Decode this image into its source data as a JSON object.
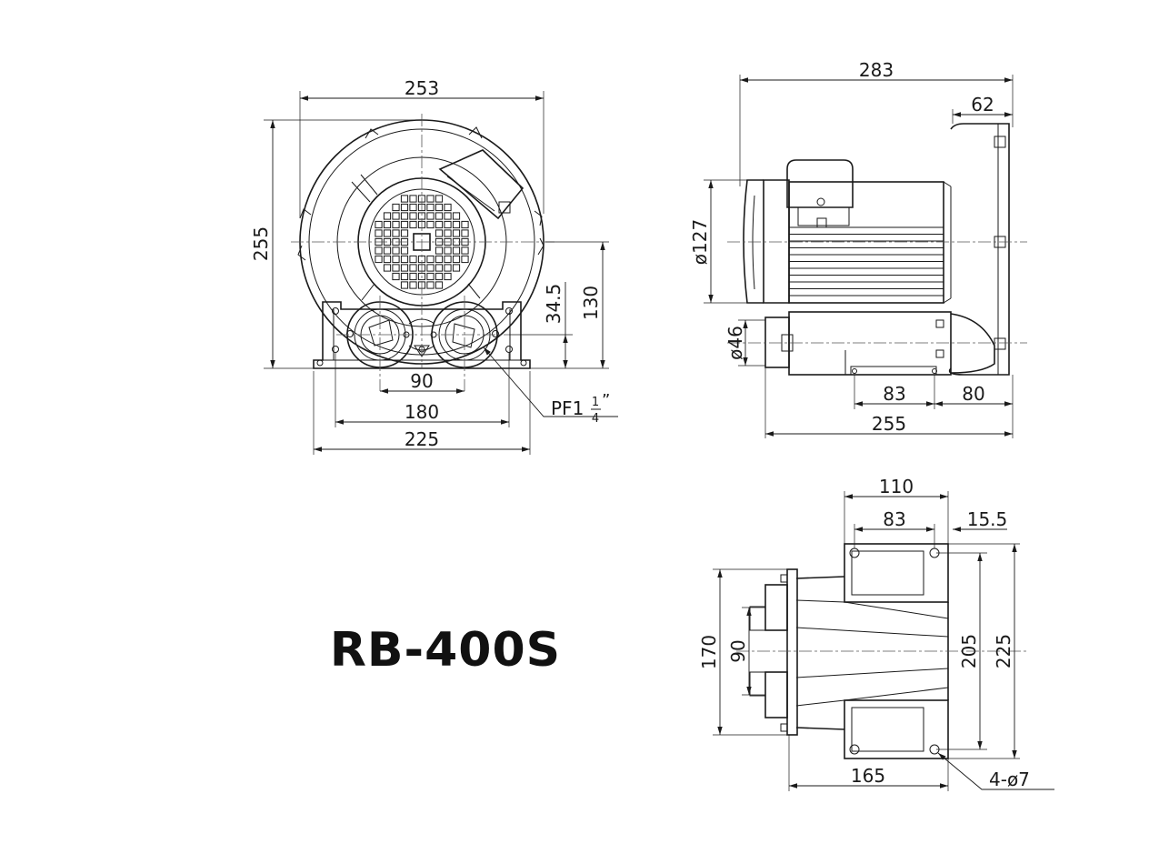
{
  "model": "RB-400S",
  "front_view": {
    "width_overall": "253",
    "height_overall": "255",
    "port_pitch": "90",
    "base_hole_pitch": "180",
    "base_width": "225",
    "port_height": "34.5",
    "center_height": "130",
    "port_thread_prefix": "PF1",
    "port_thread_num": "1",
    "port_thread_den": "4",
    "port_thread_quote": "”"
  },
  "side_view": {
    "length_overall": "283",
    "housing_depth": "62",
    "motor_diameter": "ø127",
    "port_diameter": "ø46",
    "base_hole_pitch": "83",
    "base_offset": "80",
    "base_length": "255"
  },
  "bottom_view": {
    "foot_span": "110",
    "hole_pitch_x": "83",
    "edge_offset": "15.5",
    "flange_height": "170",
    "port_pitch": "90",
    "hole_pitch_y": "205",
    "base_width": "225",
    "length": "165",
    "holes": "4-ø7"
  }
}
